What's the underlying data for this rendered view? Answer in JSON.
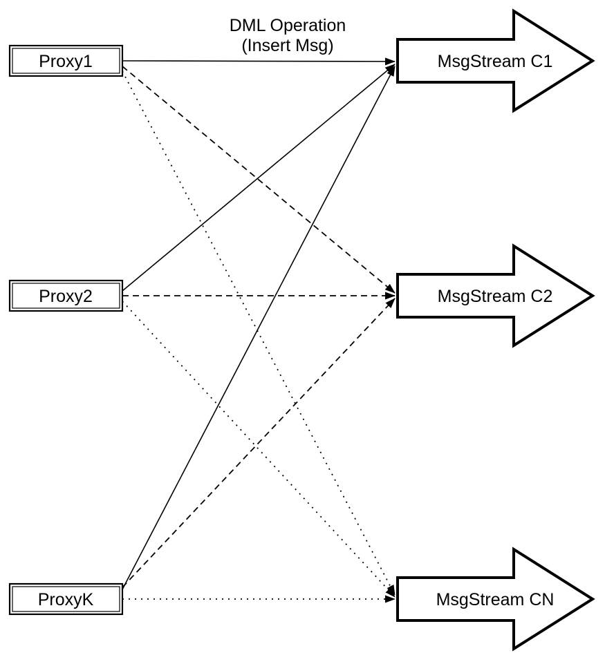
{
  "diagram": {
    "title": {
      "line1": "DML Operation",
      "line2": "(Insert Msg)"
    },
    "proxies": [
      {
        "id": "proxy1",
        "label": "Proxy1"
      },
      {
        "id": "proxy2",
        "label": "Proxy2"
      },
      {
        "id": "proxyk",
        "label": "ProxyK"
      }
    ],
    "streams": [
      {
        "id": "c1",
        "label": "MsgStream C1"
      },
      {
        "id": "c2",
        "label": "MsgStream C2"
      },
      {
        "id": "cn",
        "label": "MsgStream CN"
      }
    ],
    "edges": [
      {
        "from": "Proxy1",
        "to": "MsgStream C1",
        "style": "solid"
      },
      {
        "from": "Proxy2",
        "to": "MsgStream C1",
        "style": "solid"
      },
      {
        "from": "ProxyK",
        "to": "MsgStream C1",
        "style": "solid"
      },
      {
        "from": "Proxy1",
        "to": "MsgStream C2",
        "style": "dashed"
      },
      {
        "from": "Proxy2",
        "to": "MsgStream C2",
        "style": "dashed"
      },
      {
        "from": "ProxyK",
        "to": "MsgStream C2",
        "style": "dashed"
      },
      {
        "from": "Proxy1",
        "to": "MsgStream CN",
        "style": "dotted"
      },
      {
        "from": "Proxy2",
        "to": "MsgStream CN",
        "style": "dotted"
      },
      {
        "from": "ProxyK",
        "to": "MsgStream CN",
        "style": "dotted"
      }
    ],
    "colors": {
      "stroke": "#000000",
      "fill": "#ffffff",
      "background": "#ffffff"
    }
  }
}
